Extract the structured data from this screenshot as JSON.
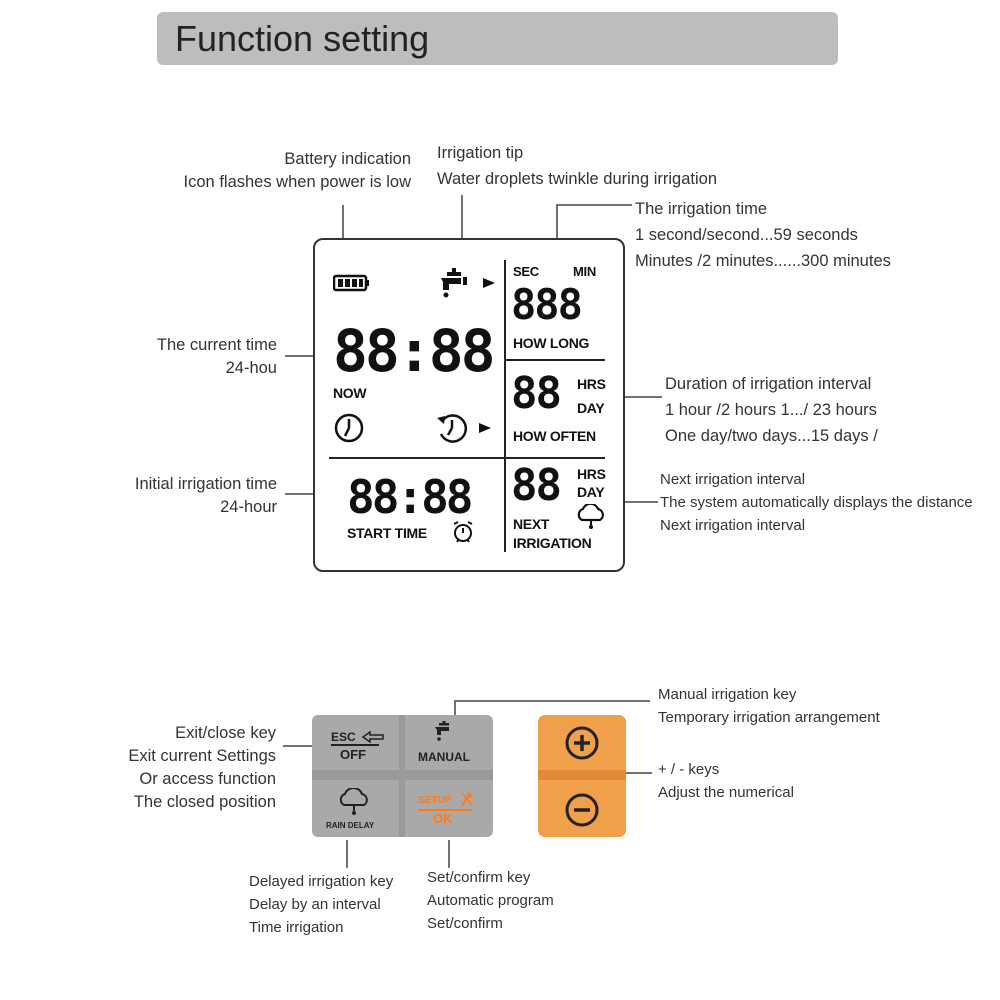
{
  "title": "Function setting",
  "annotations": {
    "battery": [
      "Battery indication",
      "Icon flashes when power is low"
    ],
    "irrigation_tip": [
      "Irrigation tip",
      "Water droplets twinkle during irrigation"
    ],
    "irrigation_time": [
      "The irrigation time",
      "1 second/second...59 seconds",
      "Minutes /2 minutes......300 minutes"
    ],
    "current_time": [
      "The current time",
      "24-hou"
    ],
    "duration_interval": [
      "Duration of irrigation interval",
      "1 hour /2 hours 1.../ 23 hours",
      "One day/two days...15 days /"
    ],
    "initial_time": [
      "Initial irrigation time",
      "24-hour"
    ],
    "next_interval": [
      "Next irrigation interval",
      "The system automatically displays the distance",
      "Next irrigation interval"
    ],
    "exit_key": [
      "Exit/close key",
      "Exit current Settings",
      "Or access function",
      "The closed position"
    ],
    "manual_key": [
      "Manual irrigation key",
      "Temporary irrigation arrangement"
    ],
    "plus_minus": [
      "+ / - keys",
      "Adjust the numerical"
    ],
    "delay_key": [
      "Delayed irrigation key",
      "Delay by an interval",
      "Time irrigation"
    ],
    "setup_key": [
      "Set/confirm key",
      "Automatic program",
      "Set/confirm"
    ]
  },
  "lcd": {
    "sec": "SEC",
    "min": "MIN",
    "how_long_digits": "888",
    "how_long": "HOW LONG",
    "clock_digits": "88:88",
    "now": "NOW",
    "hrs": "HRS",
    "day": "DAY",
    "interval_digits": "88",
    "how_often": "HOW OFTEN",
    "start_digits": "88:88",
    "start_time": "START TIME",
    "next_digits": "88",
    "next": "NEXT",
    "irrigation": "IRRIGATION"
  },
  "keypad": {
    "esc": "ESC",
    "off": "OFF",
    "manual": "MANUAL",
    "rain_delay": "RAIN DELAY",
    "setup": "SETUP",
    "ok": "OK",
    "plus": "+",
    "minus": "−"
  },
  "colors": {
    "title_bar": "#bdbdbd",
    "keypad_gray": "#a9a9a9",
    "orange_key": "#f0a04b",
    "orange_text": "#ff7a1a"
  }
}
